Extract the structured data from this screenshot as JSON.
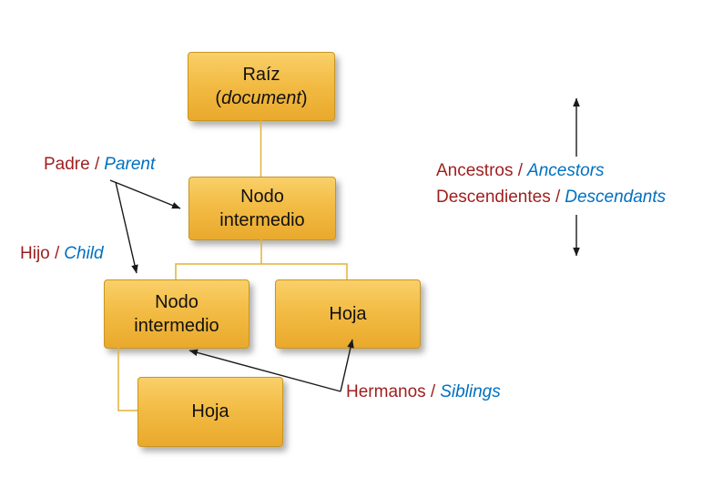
{
  "nodes": {
    "root": {
      "title": "Raíz",
      "subtitle_open": "(",
      "subtitle": "document",
      "subtitle_close": ")"
    },
    "mid": {
      "label": "Nodo intermedio"
    },
    "left_child": {
      "label": "Nodo intermedio"
    },
    "right_leaf": {
      "label": "Hoja"
    },
    "bottom_leaf": {
      "label": "Hoja"
    }
  },
  "labels": {
    "parent": {
      "es": "Padre /",
      "en": "Parent"
    },
    "child": {
      "es": "Hijo /",
      "en": "Child"
    },
    "ancestors": {
      "es": "Ancestros /",
      "en": "Ancestors"
    },
    "descendants": {
      "es": "Descendientes /",
      "en": "Descendants"
    },
    "siblings": {
      "es": "Hermanos /",
      "en": "Siblings"
    }
  },
  "colors": {
    "node_fill_top": "#F9D069",
    "node_fill_bottom": "#E9A92C",
    "node_border": "#C89623",
    "connector_line": "#E2B238",
    "label_spanish": "#9E1E1E",
    "label_english": "#0070C0",
    "arrow": "#1A1A1A"
  }
}
